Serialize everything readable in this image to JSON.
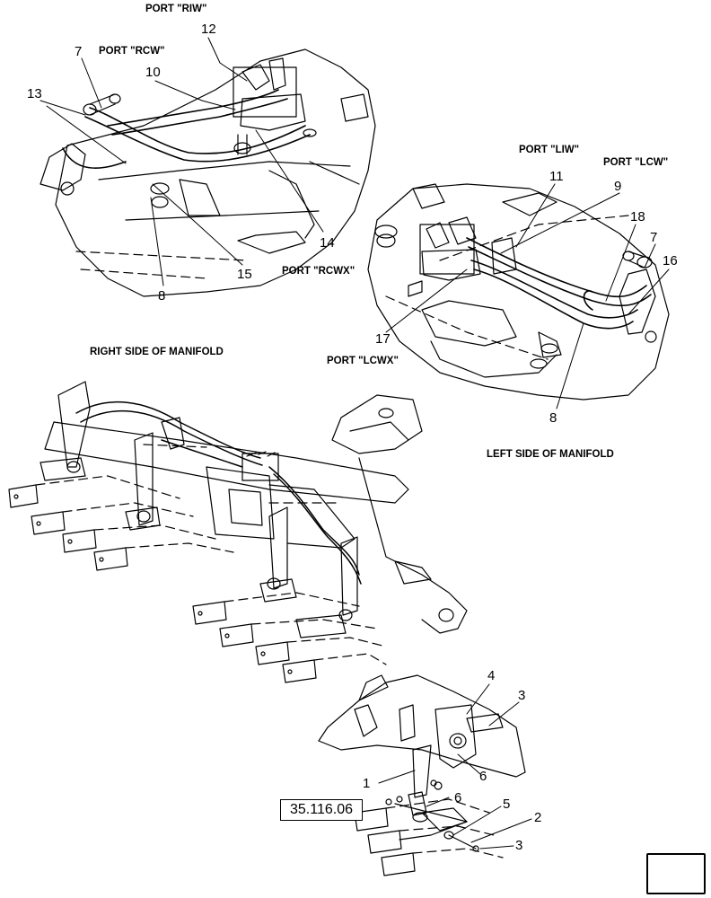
{
  "ports": {
    "riw": "PORT \"RIW\"",
    "rcw": "PORT \"RCW\"",
    "rcwx": "PORT \"RCWX\"",
    "liw": "PORT \"LIW\"",
    "lcw": "PORT \"LCW\"",
    "lcwx": "PORT \"LCWX\""
  },
  "captions": {
    "right_side": "RIGHT SIDE OF MANIFOLD",
    "left_side": "LEFT SIDE OF MANIFOLD"
  },
  "callouts": {
    "c12": "12",
    "c7a": "7",
    "c10": "10",
    "c13": "13",
    "c14": "14",
    "c15": "15",
    "c8a": "8",
    "c11": "11",
    "c9": "9",
    "c18": "18",
    "c7b": "7",
    "c16": "16",
    "c17": "17",
    "c8b": "8",
    "c4": "4",
    "c3a": "3",
    "c6a": "6",
    "c1": "1",
    "c6b": "6",
    "c5": "5",
    "c2": "2",
    "c3b": "3"
  },
  "reference": "35.116.06",
  "nav_icon": "next-page-arrow-icon"
}
